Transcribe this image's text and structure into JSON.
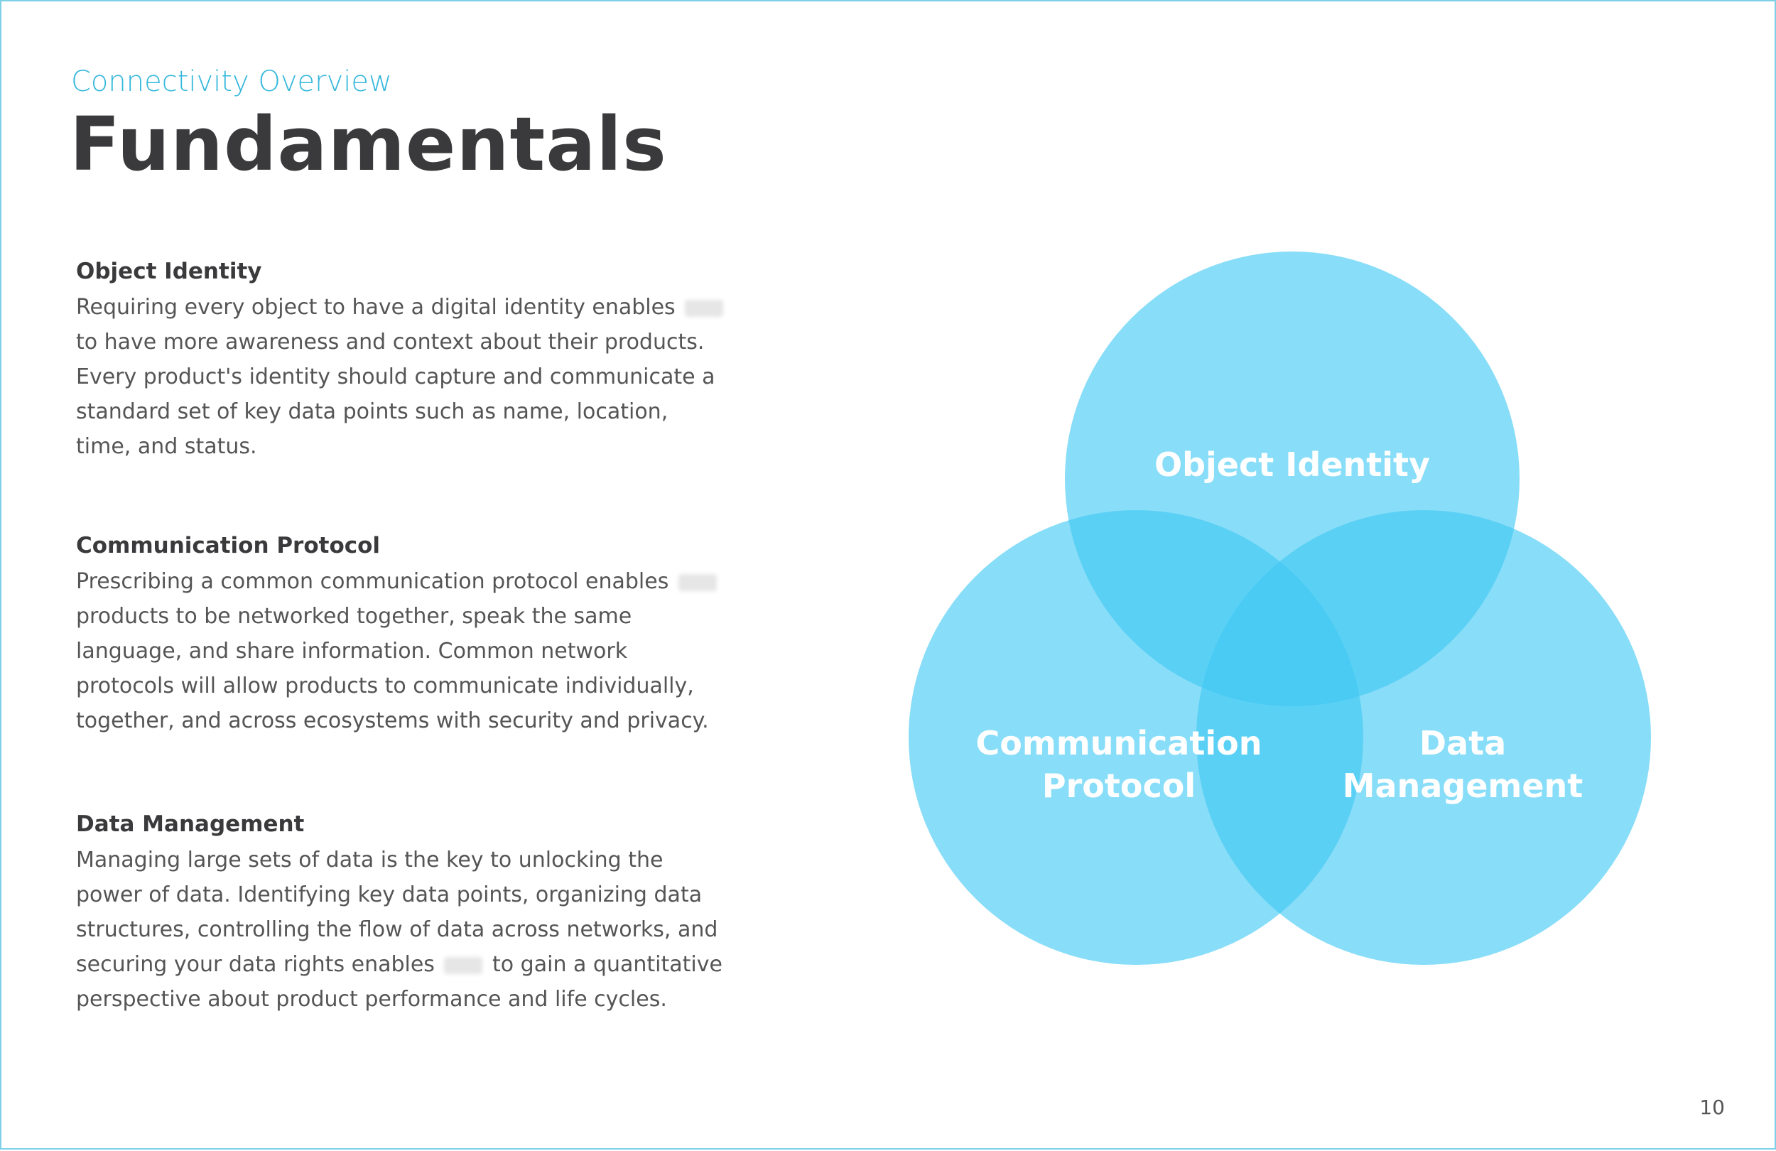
{
  "header": {
    "kicker": "Connectivity Overview",
    "title": "Fundamentals"
  },
  "sections": [
    {
      "heading": "Object Identity",
      "text_before": "Requiring every object to have a digital identity enables",
      "text_after": "to have more awareness and context about their products. Every product's identity should capture and communicate a standard set of key data points such as name, location, time, and status."
    },
    {
      "heading": "Communication Protocol",
      "text_before": "Prescribing a common communication protocol enables",
      "text_after": "products to be networked together, speak the same language, and share information. Common network protocols will allow products to communicate individually, together, and across ecosystems with security and privacy."
    },
    {
      "heading": "Data Management",
      "text_before": "Managing large sets of data is the key to unlocking the power of data. Identifying key data points, organizing data structures, controlling the flow of data across networks, and securing your data rights enables",
      "text_after": "to gain a quantitative perspective about product performance and life cycles."
    }
  ],
  "diagram": {
    "circle_color": "#3fc8f4",
    "labels": {
      "top": "Object Identity",
      "left_line1": "Communication",
      "left_line2": "Protocol",
      "right_line1": "Data",
      "right_line2": "Management"
    }
  },
  "page_number": "10"
}
